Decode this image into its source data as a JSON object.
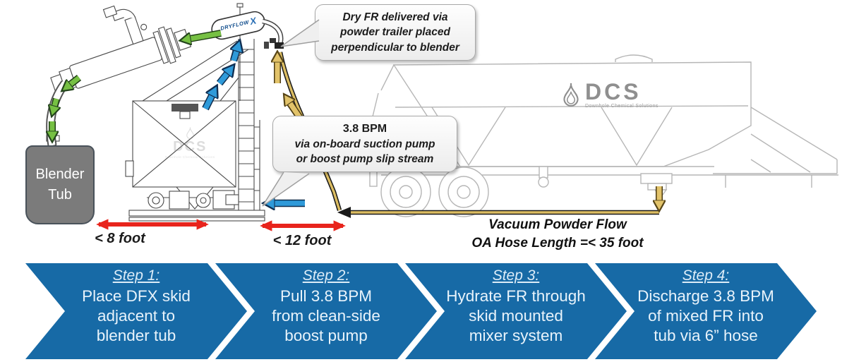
{
  "diagram": {
    "blender_tub": {
      "line1": "Blender",
      "line2": "Tub"
    },
    "capsule_label": {
      "text": "DRYFLOW",
      "x": "X"
    },
    "callout_dry_fr": {
      "lines": [
        "Dry FR delivered via",
        "powder trailer placed",
        "perpendicular to blender"
      ]
    },
    "callout_bpm": {
      "title": "3.8 BPM",
      "lines": [
        "via on-board suction pump",
        "or boost pump slip stream"
      ]
    },
    "dim_left": "< 8 foot",
    "dim_right": "< 12 foot",
    "vacuum_flow": {
      "line1": "Vacuum Powder Flow",
      "line2": "OA Hose Length =< 35 foot"
    },
    "dcs_logo": {
      "name": "DCS",
      "tagline": "Downhole Chemical Solutions"
    }
  },
  "steps": [
    {
      "title": "Step 1:",
      "lines": [
        "Place DFX skid",
        "adjacent to",
        "blender tub"
      ]
    },
    {
      "title": "Step 2:",
      "lines": [
        "Pull 3.8 BPM",
        "from clean-side",
        "boost pump"
      ]
    },
    {
      "title": "Step 3:",
      "lines": [
        "Hydrate FR through",
        "skid mounted",
        "mixer system"
      ]
    },
    {
      "title": "Step 4:",
      "lines": [
        "Discharge 3.8 BPM",
        "of mixed FR into",
        "tub via 6” hose"
      ]
    }
  ],
  "colors": {
    "step_chevron_blue": "#176aa6",
    "flow_water_blue": "#2f9ad9",
    "flow_gel_green": "#76c043",
    "flow_powder_tan": "#dcbd62",
    "dimension_red": "#e8241c",
    "blender_tub_gray": "#7b7b7b"
  }
}
